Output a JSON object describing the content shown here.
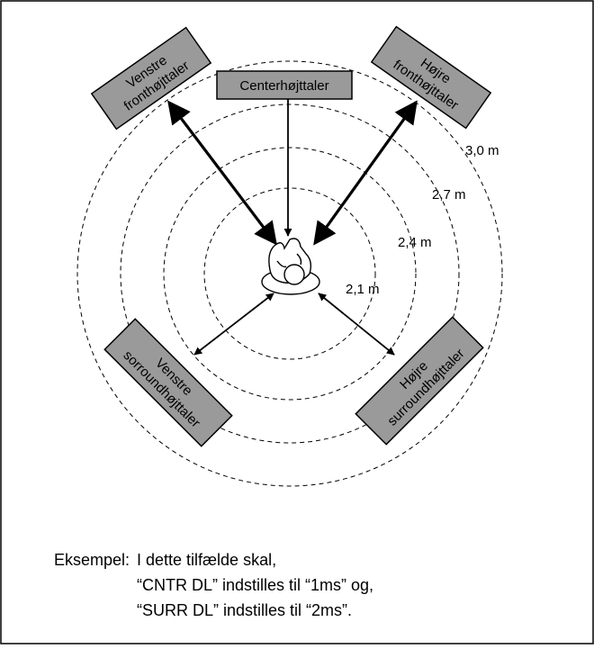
{
  "speakers": {
    "center": "Centerhøjttaler",
    "front_left": [
      "Venstre",
      "fronthøjttaler"
    ],
    "front_right": [
      "Højre",
      "fronthøjttaler"
    ],
    "surround_left": [
      "Venstre",
      "sorroundhøjttaler"
    ],
    "surround_right": [
      "Højre",
      "surroundhøjttaler"
    ]
  },
  "distances": [
    "2,1 m",
    "2,4 m",
    "2,7 m",
    "3,0 m"
  ],
  "caption": {
    "lead": "Eksempel:",
    "line1": "I dette tilfælde skal,",
    "line2": "“CNTR DL” indstilles til “1ms” og,",
    "line3": "“SURR DL” indstilles til “2ms”."
  },
  "colors": {
    "speaker_fill": "#9a9a9a",
    "line": "#000000",
    "frame": "#000000"
  }
}
